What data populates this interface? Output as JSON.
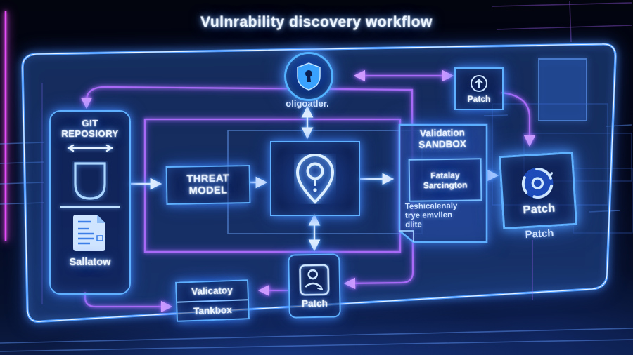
{
  "title": "Vulnrability discovery workflow",
  "colors": {
    "neon_blue": "#5fb0ff",
    "neon_blue_core": "#d9ecff",
    "neon_purple": "#a96bf7",
    "magenta_streak": "#e84dfa",
    "background_navy": "#030617",
    "text_white": "#eaf4ff"
  },
  "nodes": {
    "scanner": {
      "label": "oligoatler."
    },
    "patch_top": {
      "label": "Patch"
    },
    "git_repo": {
      "title_line1": "GIT",
      "title_line2": "REPOSIORY",
      "footer_label": "Sallatow"
    },
    "threat_model": {
      "line1": "THREAT",
      "line2": "MODEL"
    },
    "sandbox": {
      "header_line1": "Validation",
      "header_line2": "SANDBOX",
      "inner_line1": "Fatalay",
      "inner_line2": "Sarcington",
      "note_line1": "Teshicalenaly",
      "note_line2": "trye emvilen",
      "note_line3": "dlite"
    },
    "patch_right": {
      "label": "Patch",
      "caption": "Patch"
    },
    "tankbox": {
      "row1": "Valicatoy",
      "row2": "Tankbox"
    },
    "patch_bottom": {
      "label": "Patch"
    }
  },
  "icons": {
    "scanner": "shield-keyhole-icon",
    "patch_top": "upload-arrow-circle-icon",
    "git_repo_shield": "shield-outline-icon",
    "git_repo_document": "document-icon",
    "git_repo_arrow": "double-horizontal-arrow-icon",
    "center": "search-pin-icon",
    "patch_right": "rotate-swirl-icon",
    "patch_bottom": "person-badge-icon"
  }
}
